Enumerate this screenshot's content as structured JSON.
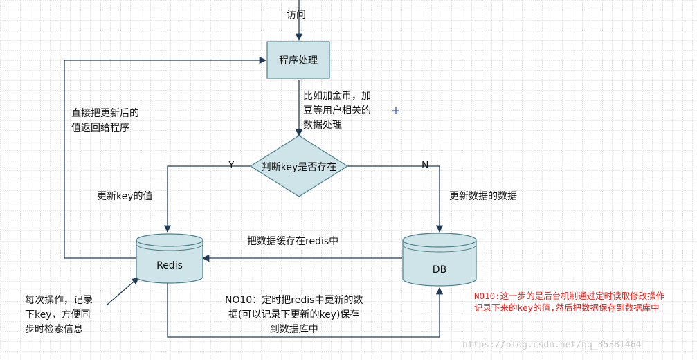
{
  "colors": {
    "shape_fill": "#cfe4e8",
    "shape_stroke": "#4a7f8c",
    "connector": "#1f3b57",
    "grid": "#9a9a9a",
    "annotation_red": "#e8221c",
    "watermark": "#c9c9c9"
  },
  "nodes": {
    "process": "程序处理",
    "decision": "判断key是否存在",
    "redis": "Redis",
    "db": "DB"
  },
  "edge_labels": {
    "visit": "访问",
    "yes": "Y",
    "no": "N",
    "data_processing": "比如加金币，加\n豆等用户相关的\n数据处理",
    "return_to_program": "直接把更新后的\n值返回给程序",
    "update_key_value": "更新key的值",
    "update_data": "更新数据的数据",
    "cache_to_redis": "把数据缓存在redis中",
    "per_operation": "每次操作，记录\n下key，方便同\n步时检索信息",
    "timed_save": "NO10：定时把redis中更新的数\n据(可以记录下更新的key)保存\n到数据库中"
  },
  "annotation": "NO10:这一步的是后台机制通过定时读取修改操作\n记录下来的key的值,然后把数据保存到数据库中",
  "watermark": "https://blog.csdn.net/qq_35381464",
  "grid_visible": true
}
